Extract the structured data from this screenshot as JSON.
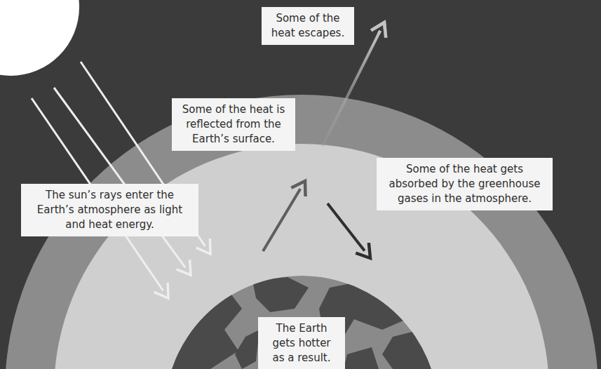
{
  "diagram": {
    "nodes": [
      {
        "text": [
          "Some of the heat escapes."
        ]
      },
      {
        "text": [
          "Some of the heat is reflected from the Earth’s surface."
        ]
      },
      {
        "text": [
          "Some of the heat gets absorbed by the greenhouse gases in the atmosphere."
        ]
      },
      {
        "text": [
          "The sun’s rays enter the Earth’s atmosphere as light and heat energy."
        ]
      },
      {
        "text": [
          "The Earth gets hotter as a result."
        ]
      }
    ]
  }
}
